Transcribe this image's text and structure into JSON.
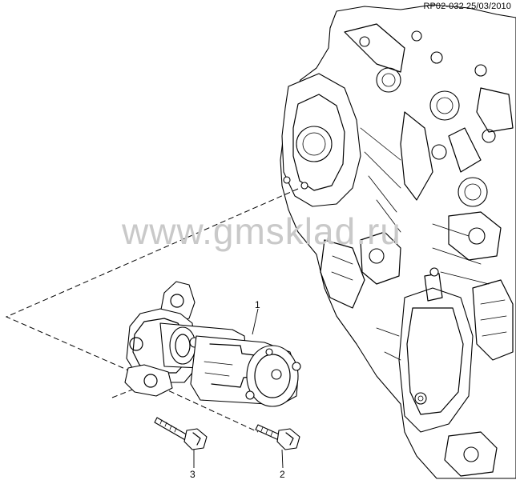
{
  "header": {
    "ref_code": "RP02-032 25/03/2010"
  },
  "watermark": {
    "text": "www.gmsklad.ru"
  },
  "callouts": [
    {
      "label": "1",
      "part": "starter-motor"
    },
    {
      "label": "2",
      "part": "starter-bolt"
    },
    {
      "label": "3",
      "part": "starter-bolt"
    }
  ]
}
